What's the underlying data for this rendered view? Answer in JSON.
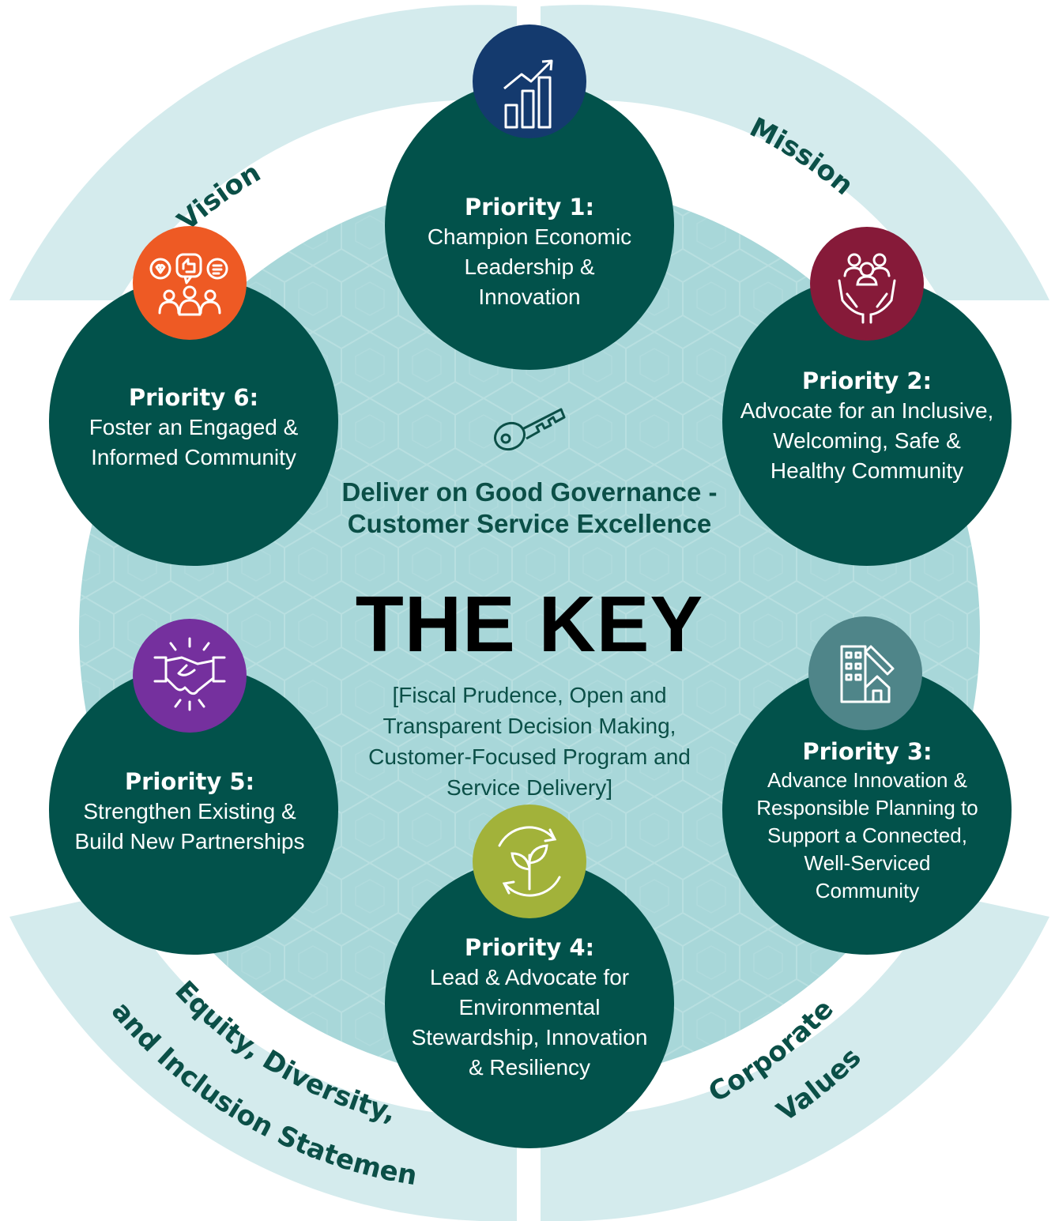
{
  "ring_labels": {
    "vision": "Vision",
    "mission": "Mission",
    "values": [
      "Corporate",
      "Values"
    ],
    "edi": [
      "Equity, Diversity,",
      "and Inclusion Statement"
    ]
  },
  "center": {
    "heading": "Deliver on Good Governance - Customer Service Excellence",
    "title": "THE KEY",
    "subtitle": "[Fiscal Prudence, Open and Transparent Decision Making, Customer-Focused Program and Service Delivery]",
    "icon": "key-icon"
  },
  "priorities": [
    {
      "title": "Priority 1:",
      "text": "Champion Economic Leadership & Innovation",
      "icon": "growth-chart-icon",
      "icon_color": "#143a6e"
    },
    {
      "title": "Priority 2:",
      "text": "Advocate for an Inclusive, Welcoming, Safe & Healthy Community",
      "icon": "hands-people-icon",
      "icon_color": "#861a39"
    },
    {
      "title": "Priority 3:",
      "text": "Advance Innovation & Responsible Planning to Support a Connected, Well-Serviced Community",
      "icon": "buildings-icon",
      "icon_color": "#4f8589"
    },
    {
      "title": "Priority 4:",
      "text": "Lead & Advocate for Environmental Stewardship, Innovation & Resiliency",
      "icon": "leaf-cycle-icon",
      "icon_color": "#a2b23a"
    },
    {
      "title": "Priority 5:",
      "text": "Strengthen Existing & Build New Partnerships",
      "icon": "handshake-icon",
      "icon_color": "#75309e"
    },
    {
      "title": "Priority 6:",
      "text": "Foster an Engaged & Informed Community",
      "icon": "engagement-icon",
      "icon_color": "#ee5a24"
    }
  ],
  "colors": {
    "ring": "#d4ebed",
    "inner_circle": "#a8d7d9",
    "priority_circle": "#02524b",
    "text_dark": "#0b4f47"
  }
}
